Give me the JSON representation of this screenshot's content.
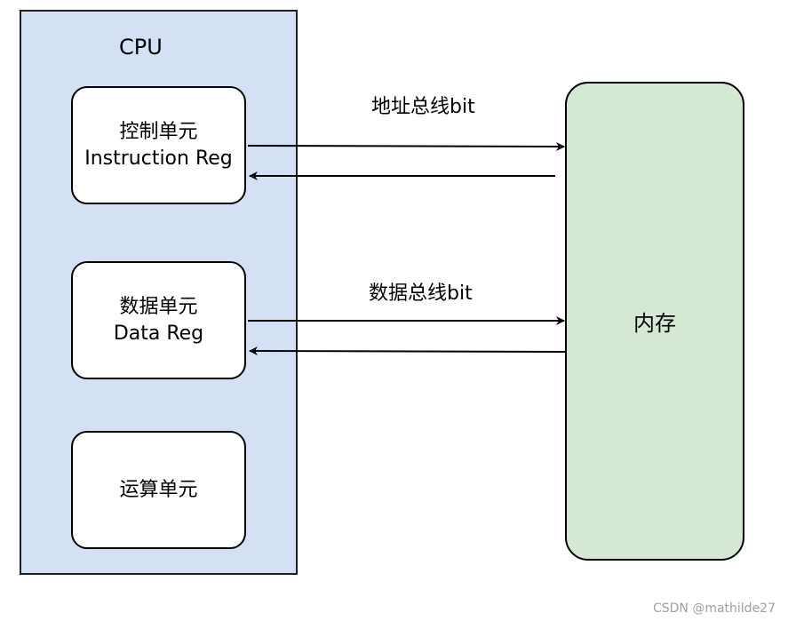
{
  "cpu": {
    "label": "CPU",
    "units": [
      {
        "line1": "控制单元",
        "line2": "Instruction Reg"
      },
      {
        "line1": "数据单元",
        "line2": "Data Reg"
      },
      {
        "line1": "运算单元"
      }
    ]
  },
  "memory": {
    "label": "内存"
  },
  "buses": {
    "address": "地址总线bit",
    "data": "数据总线bit"
  },
  "colors": {
    "cpu_fill": "#d4e1f5",
    "memory_fill": "#d5e8d4",
    "unit_fill": "#ffffff",
    "stroke": "#000000"
  },
  "watermark": "CSDN @mathilde27"
}
